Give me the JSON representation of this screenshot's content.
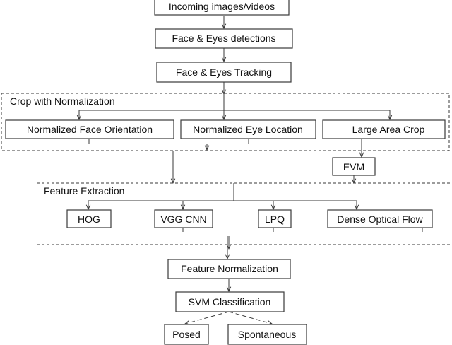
{
  "nodes": {
    "incoming": "Incoming images/videos",
    "detection": "Face & Eyes detections",
    "tracking": "Face & Eyes Tracking",
    "face_orientation": "Normalized Face Orientation",
    "eye_location": "Normalized Eye Location",
    "large_area": "Large Area Crop",
    "evm": "EVM",
    "hog": "HOG",
    "vgg": "VGG CNN",
    "lpq": "LPQ",
    "optical_flow": "Dense Optical Flow",
    "feature_norm": "Feature Normalization",
    "svm": "SVM Classification",
    "posed": "Posed",
    "spontaneous": "Spontaneous"
  },
  "groups": {
    "crop": "Crop with Normalization",
    "feature_extraction": "Feature Extraction"
  }
}
